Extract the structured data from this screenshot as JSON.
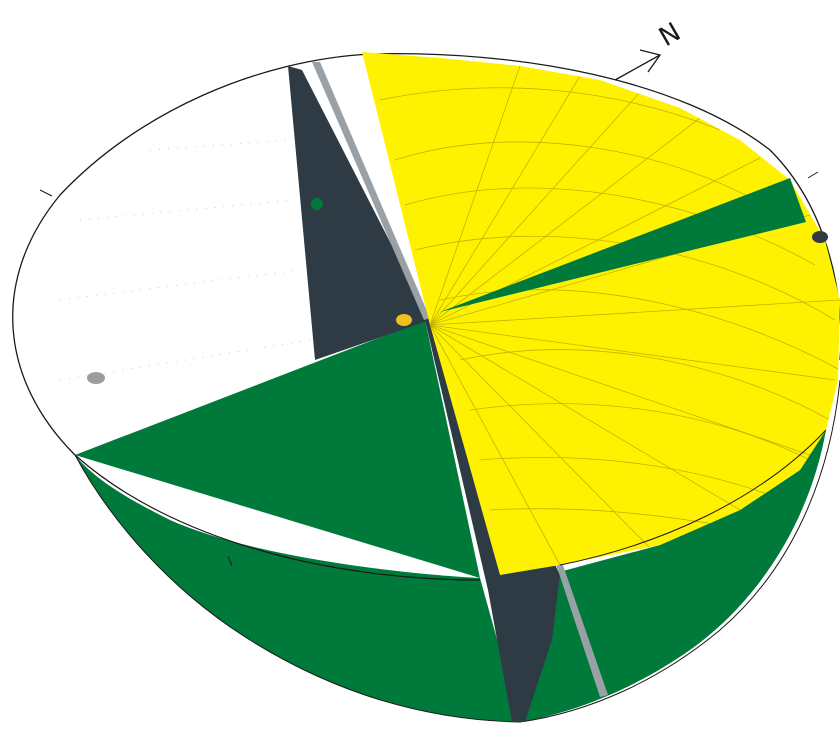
{
  "diagram": {
    "north_label": "N",
    "colors": {
      "background": "#ffffff",
      "yellow_plane": "#fff200",
      "green": "#007a3a",
      "dark_wedge": "#2e3b44",
      "outline": "#1a1a1a",
      "grey_band": "#9aa1a6",
      "grid_lines": "#b8a800"
    },
    "markers": [
      {
        "name": "green-pole-dot",
        "color": "#007a3a"
      },
      {
        "name": "yellow-pole-dot",
        "color": "#f0c020"
      },
      {
        "name": "grey-pole-dot",
        "color": "#9c9c9c"
      },
      {
        "name": "dark-pole-dot",
        "color": "#2e3b44"
      }
    ]
  }
}
